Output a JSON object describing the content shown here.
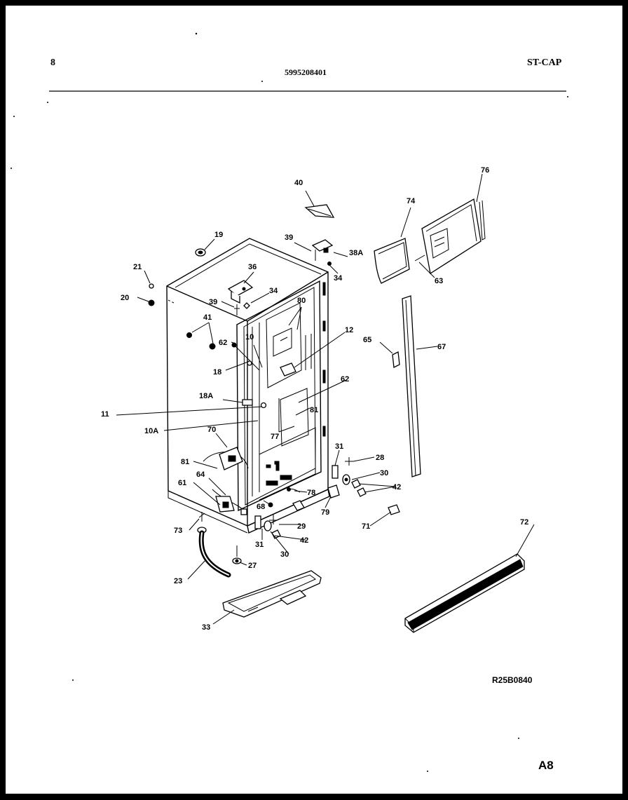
{
  "header": {
    "page_number": "8",
    "model_number": "5995208401",
    "section_code": "ST-CAP"
  },
  "footer": {
    "diagram_id": "R25B0840",
    "corner_code": "A8"
  },
  "callouts": {
    "c40": "40",
    "c76": "76",
    "c74": "74",
    "c19": "19",
    "c39a": "39",
    "c38a": "38A",
    "c34a": "34",
    "c63": "63",
    "c21": "21",
    "c36": "36",
    "c20": "20",
    "c39b": "39",
    "c34b": "34",
    "c80": "80",
    "c41": "41",
    "c10": "10",
    "c62a": "62",
    "c12": "12",
    "c65": "65",
    "c67": "67",
    "c18": "18",
    "c62b": "62",
    "c18a": "18A",
    "c11": "11",
    "c81a": "81",
    "c10a": "10A",
    "c70": "70",
    "c77": "77",
    "c31a": "31",
    "c28": "28",
    "c30a": "30",
    "c81b": "81",
    "c64": "64",
    "c42a": "42",
    "c61": "61",
    "c78": "78",
    "c68": "68",
    "c79": "79",
    "c73": "73",
    "c29": "29",
    "c42b": "42",
    "c71": "71",
    "c72": "72",
    "c31b": "31",
    "c30b": "30",
    "c27": "27",
    "c23": "23",
    "c33": "33"
  }
}
